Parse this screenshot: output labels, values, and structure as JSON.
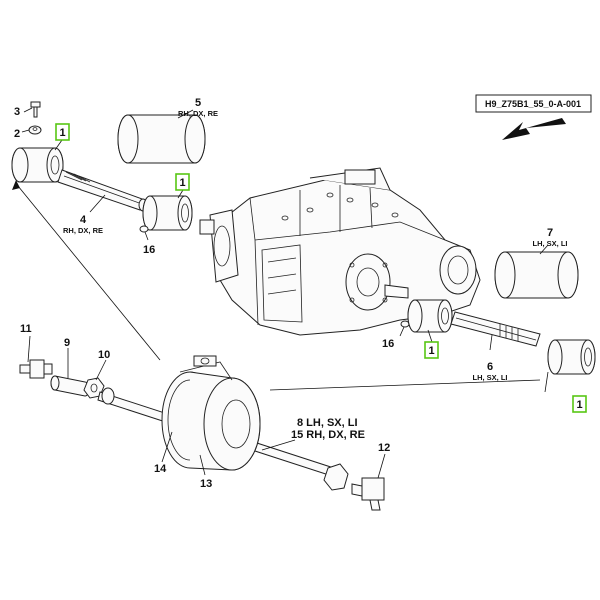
{
  "diagram": {
    "reference_code": "H9_Z75B1_55_0-A-001",
    "colors": {
      "highlight_box": "#58c614",
      "line": "#222222",
      "background": "#ffffff"
    },
    "direction_arrow": "front-arrow",
    "callouts": [
      {
        "id": "c1a",
        "number": "1",
        "highlighted": true
      },
      {
        "id": "c1b",
        "number": "1",
        "highlighted": true
      },
      {
        "id": "c1c",
        "number": "1",
        "highlighted": true
      },
      {
        "id": "c1d",
        "number": "1",
        "highlighted": true
      },
      {
        "id": "c2",
        "number": "2"
      },
      {
        "id": "c3",
        "number": "3"
      },
      {
        "id": "c4",
        "number": "4",
        "sub": "RH, DX, RE"
      },
      {
        "id": "c5",
        "number": "5",
        "sub": "RH, DX, RE"
      },
      {
        "id": "c6",
        "number": "6",
        "sub": "LH, SX, LI"
      },
      {
        "id": "c7",
        "number": "7",
        "sub": "LH, SX, LI"
      },
      {
        "id": "c8",
        "number": "8 LH, SX, LI"
      },
      {
        "id": "c15",
        "number": "15 RH, DX, RE"
      },
      {
        "id": "c9",
        "number": "9"
      },
      {
        "id": "c10",
        "number": "10"
      },
      {
        "id": "c11",
        "number": "11"
      },
      {
        "id": "c12",
        "number": "12"
      },
      {
        "id": "c13",
        "number": "13"
      },
      {
        "id": "c14",
        "number": "14"
      },
      {
        "id": "c16a",
        "number": "16"
      },
      {
        "id": "c16b",
        "number": "16"
      }
    ]
  }
}
